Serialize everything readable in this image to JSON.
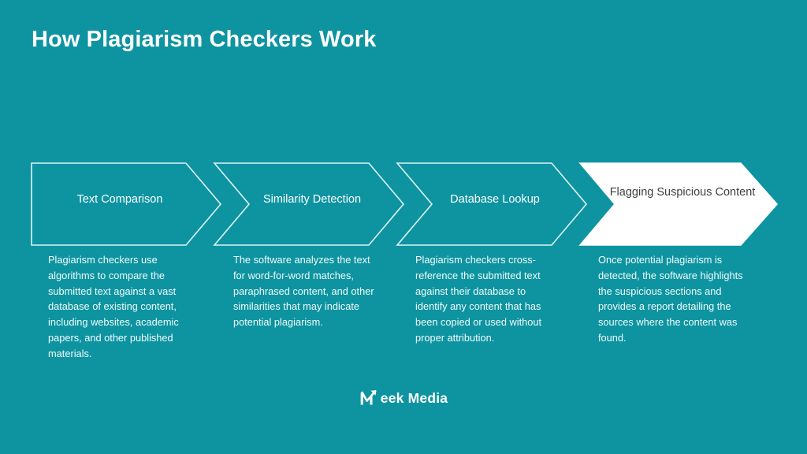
{
  "slide": {
    "title": "How Plagiarism Checkers Work",
    "background_color": "#0d94a0",
    "accent_color": "#ffffff",
    "dark_text_color": "#3a3f41"
  },
  "process": {
    "steps": [
      {
        "label": "Text Comparison",
        "description": "Plagiarism checkers use algorithms to compare the submitted text against a vast database of existing content, including websites, academic papers, and other published materials.",
        "style": "outline"
      },
      {
        "label": "Similarity Detection",
        "description": "The software analyzes the text for word-for-word matches, paraphrased content, and other similarities that may indicate potential plagiarism.",
        "style": "outline"
      },
      {
        "label": "Database Lookup",
        "description": "Plagiarism checkers cross-reference the submitted text against their database to identify any content that has been copied or used without proper attribution.",
        "style": "outline"
      },
      {
        "label": "Flagging Suspicious Content",
        "description": "Once potential plagiarism is detected, the software highlights the suspicious sections and provides a report detailing the sources where the content was found.",
        "style": "filled"
      }
    ]
  },
  "footer": {
    "logo_text": "eek Media",
    "logo_icon": "growth-arrow-m-icon",
    "brand": "Meek Media"
  }
}
